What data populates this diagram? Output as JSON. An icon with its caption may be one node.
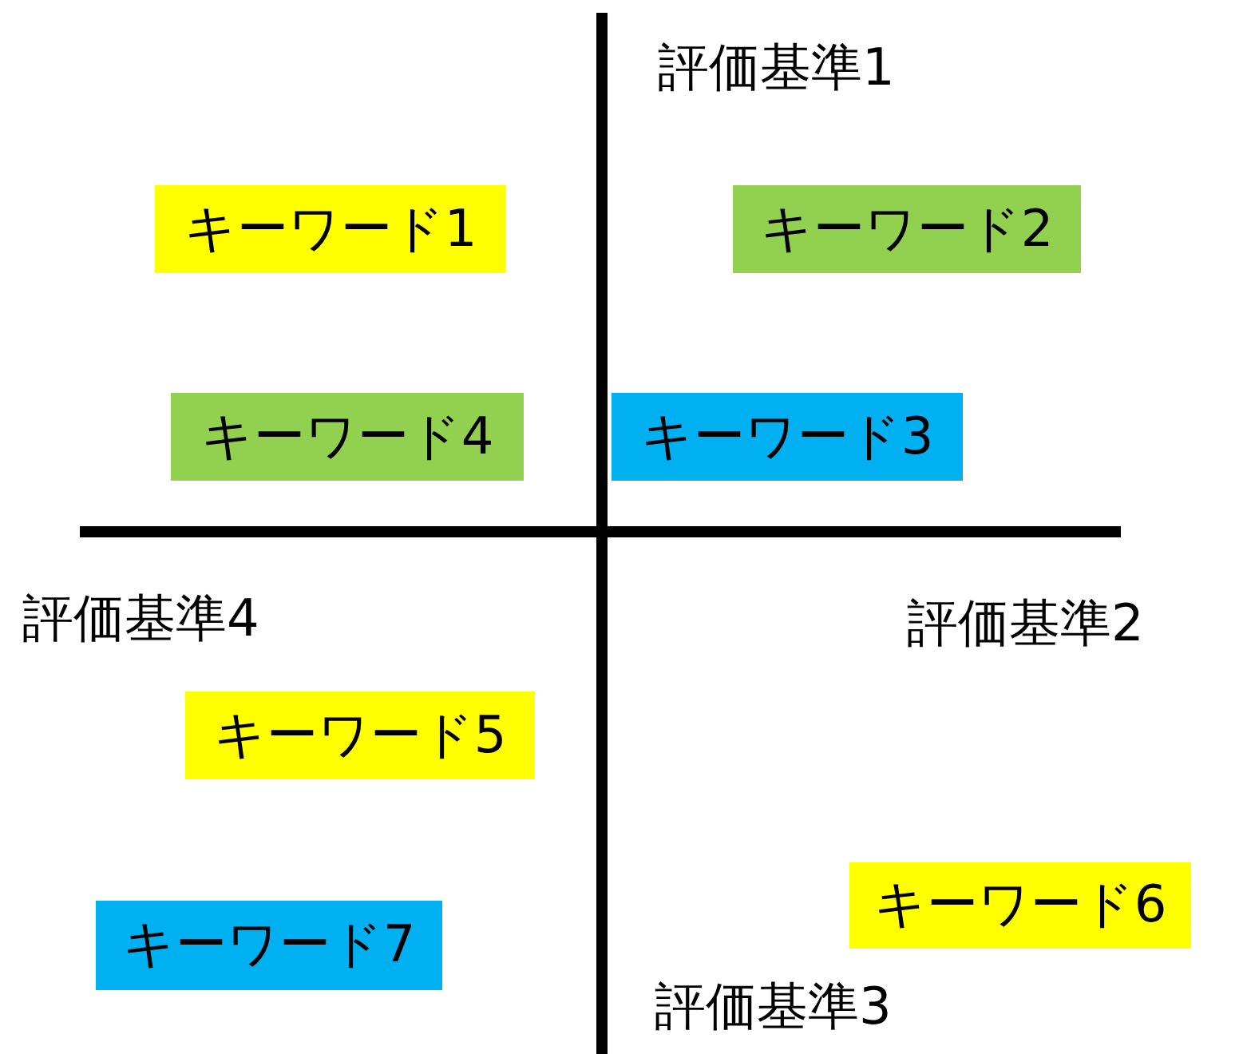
{
  "diagram": {
    "nodes": [
      {
        "text": [
          "キーワード1"
        ]
      },
      {
        "text": [
          "キーワード2"
        ]
      },
      {
        "text": [
          "キーワード4"
        ]
      },
      {
        "text": [
          "キーワード3"
        ]
      },
      {
        "text": [
          "キーワード5"
        ]
      },
      {
        "text": [
          "キーワード6"
        ]
      },
      {
        "text": [
          "キーワード7"
        ]
      }
    ],
    "labels": [
      "評価基準1",
      "評価基準4",
      "評価基準2",
      "評価基準3"
    ]
  }
}
